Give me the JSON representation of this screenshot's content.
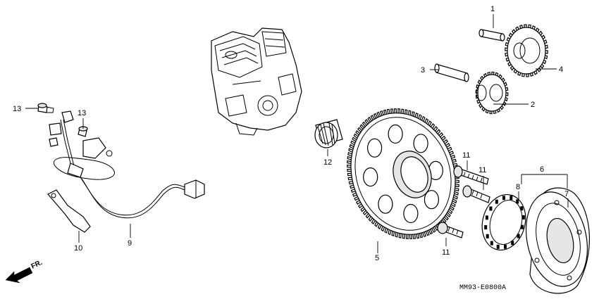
{
  "diagram": {
    "code": "MM93-E0800A",
    "direction_label": "FR.",
    "callouts": [
      {
        "id": "c1",
        "label": "1"
      },
      {
        "id": "c2",
        "label": "2"
      },
      {
        "id": "c3",
        "label": "3"
      },
      {
        "id": "c4",
        "label": "4"
      },
      {
        "id": "c5",
        "label": "5"
      },
      {
        "id": "c6",
        "label": "6"
      },
      {
        "id": "c7",
        "label": "7"
      },
      {
        "id": "c8",
        "label": "8"
      },
      {
        "id": "c9",
        "label": "9"
      },
      {
        "id": "c10",
        "label": "10"
      },
      {
        "id": "c11a",
        "label": "11"
      },
      {
        "id": "c11b",
        "label": "11"
      },
      {
        "id": "c11c",
        "label": "11"
      },
      {
        "id": "c12",
        "label": "12"
      },
      {
        "id": "c13a",
        "label": "13"
      },
      {
        "id": "c13b",
        "label": "13"
      }
    ]
  }
}
